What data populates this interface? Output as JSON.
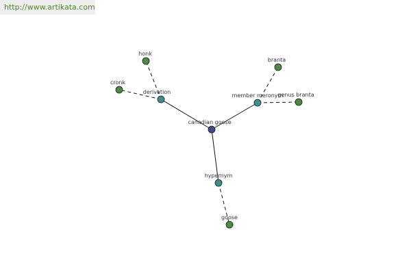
{
  "banner": {
    "url": "http://www.artikata.com"
  },
  "colors": {
    "root": "#3f4a8e",
    "relation": "#3f8e8a",
    "leaf": "#4e8a45",
    "url_text": "#4f8a2a"
  },
  "graph": {
    "nodes": [
      {
        "id": "canadian_goose",
        "label": "canadian goose",
        "kind": "root"
      },
      {
        "id": "derivation",
        "label": "derivation",
        "kind": "relation"
      },
      {
        "id": "member_meronym",
        "label": "member meronym",
        "kind": "relation"
      },
      {
        "id": "hypernym",
        "label": "hypernym",
        "kind": "relation"
      },
      {
        "id": "honk",
        "label": "honk",
        "kind": "leaf"
      },
      {
        "id": "cronk",
        "label": "cronk",
        "kind": "leaf"
      },
      {
        "id": "branta",
        "label": "branta",
        "kind": "leaf"
      },
      {
        "id": "genus_branta",
        "label": "genus branta",
        "kind": "leaf"
      },
      {
        "id": "goose",
        "label": "goose",
        "kind": "leaf"
      }
    ],
    "edges": [
      {
        "from": "canadian_goose",
        "to": "derivation",
        "style": "solid"
      },
      {
        "from": "canadian_goose",
        "to": "member_meronym",
        "style": "solid"
      },
      {
        "from": "canadian_goose",
        "to": "hypernym",
        "style": "solid"
      },
      {
        "from": "derivation",
        "to": "honk",
        "style": "dashed"
      },
      {
        "from": "derivation",
        "to": "cronk",
        "style": "dashed"
      },
      {
        "from": "member_meronym",
        "to": "branta",
        "style": "dashed"
      },
      {
        "from": "member_meronym",
        "to": "genus_branta",
        "style": "dashed"
      },
      {
        "from": "hypernym",
        "to": "goose",
        "style": "dashed"
      }
    ]
  }
}
